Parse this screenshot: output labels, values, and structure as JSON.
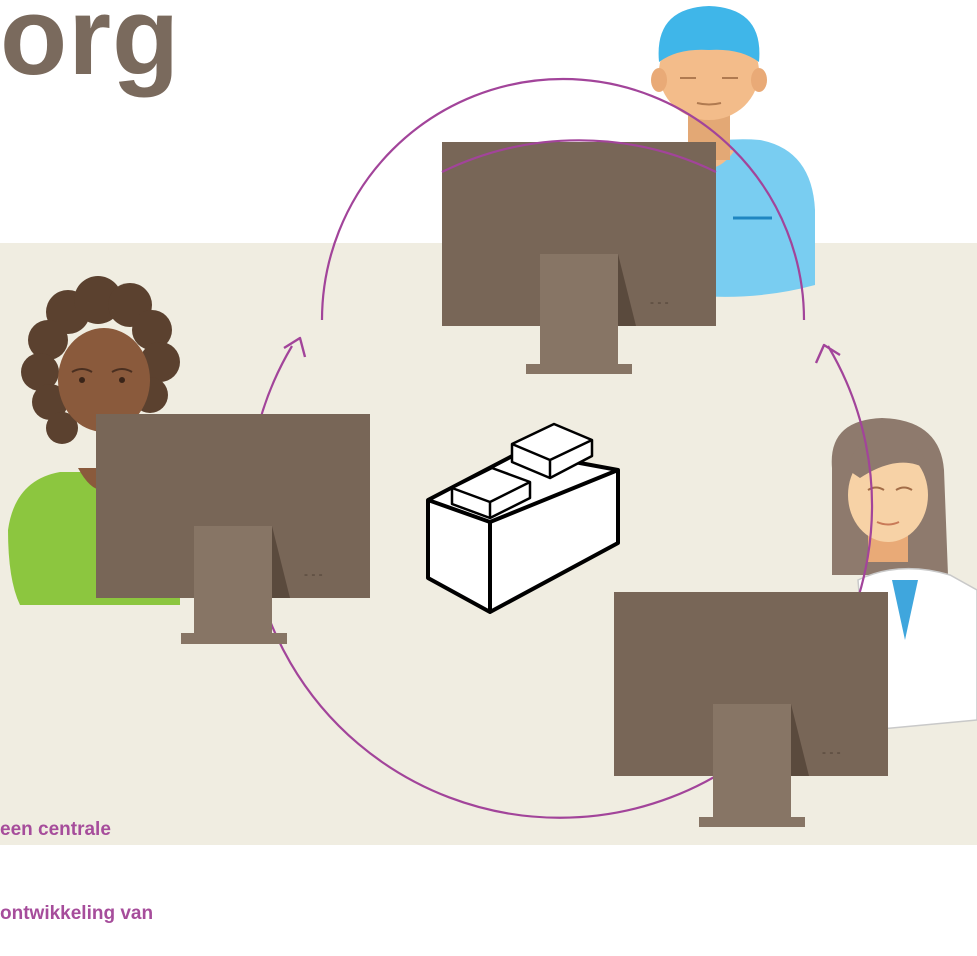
{
  "title": "org",
  "caption_lines": [
    "een centrale",
    "ontwikkeling van"
  ],
  "screen_marks": [
    "- - -",
    "- - -",
    "- - -"
  ],
  "colors": {
    "background_band": "#f0ede1",
    "title_text": "#7a6a5d",
    "caption_text": "#a64d9b",
    "cycle_arrows": "#a2449a",
    "monitor": "#786657",
    "monitor_stand": "#877565",
    "surgeon_cap": "#3fb6e9",
    "surgeon_scrubs": "#79cdf1",
    "skin_light": "#f3bc8a",
    "skin_dark": "#8a5a3c",
    "hair_dark": "#5b412f",
    "green_top": "#8cc63f",
    "doctor_hair": "#8e7a6d"
  },
  "icons": {
    "central_element": "building-block-icon",
    "people": [
      "surgeon-icon",
      "patient-icon",
      "doctor-icon"
    ],
    "devices": [
      "monitor-icon",
      "monitor-icon",
      "monitor-icon"
    ]
  }
}
